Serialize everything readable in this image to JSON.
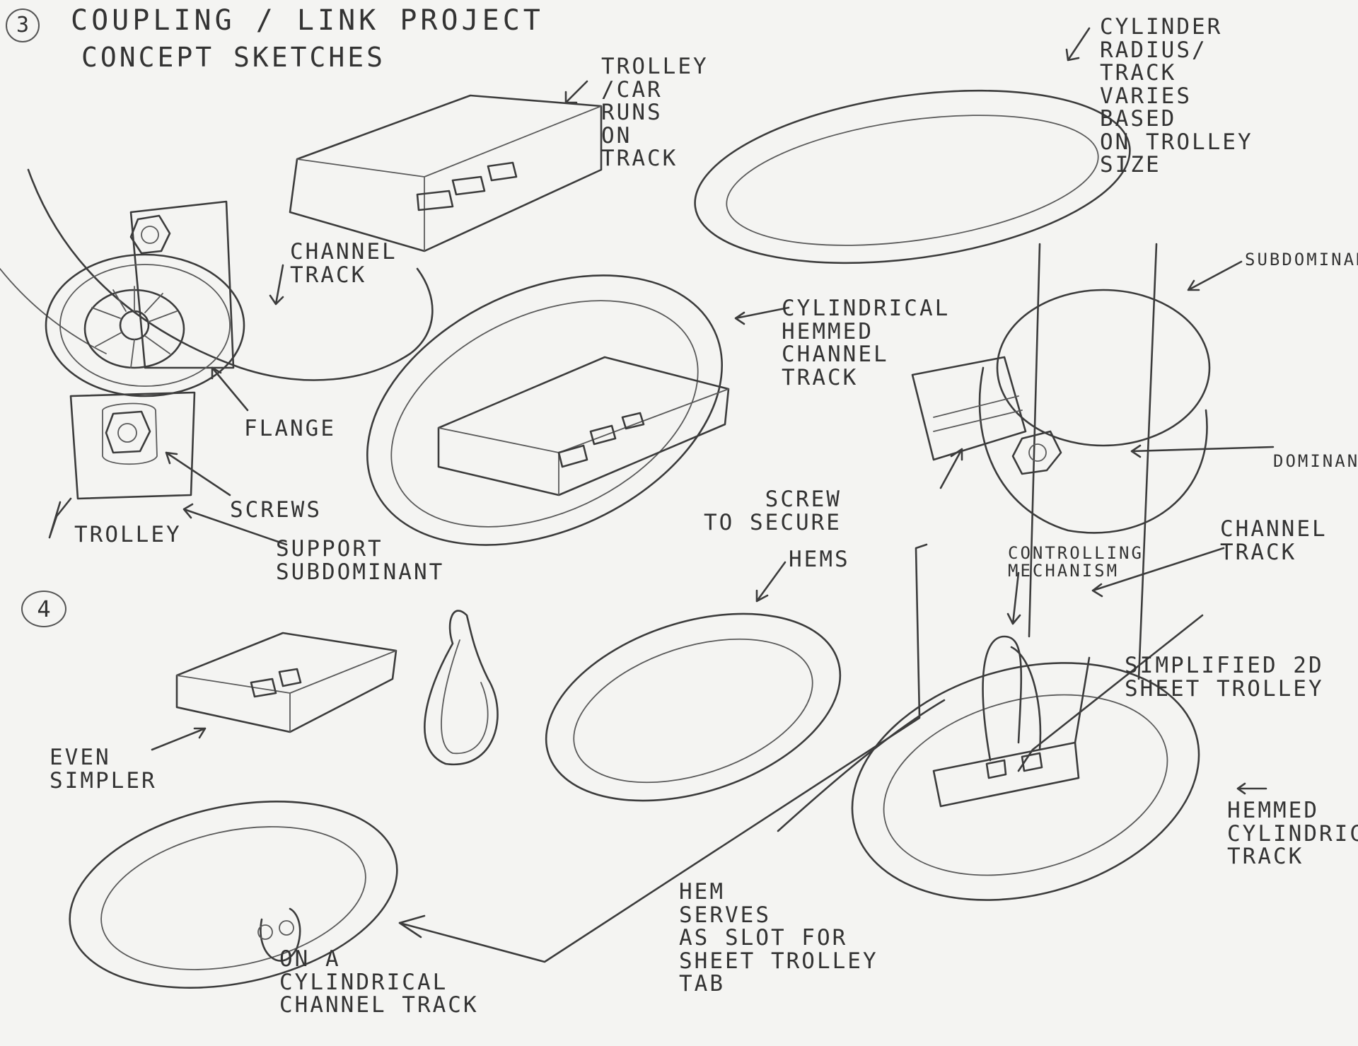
{
  "title": "COUPLING / LINK PROJECT",
  "subtitle": "CONCEPT SKETCHES",
  "section_numbers": [
    "3",
    "4"
  ],
  "labels": {
    "trolley_car": "TROLLEY\n/CAR\nRUNS\nON\nTRACK",
    "cylinder_radius": "CYLINDER\nRADIUS/\nTRACK\nVARIES\nBASED\nON TROLLEY\nSIZE",
    "channel_track_1": "CHANNEL\nTRACK",
    "cylindrical_hemmed": "CYLINDRICAL\nHEMMED\nCHANNEL\nTRACK",
    "subdominant": "SUBDOMINANT",
    "flange": "FLANGE",
    "screws": "SCREWS",
    "trolley": "TROLLEY",
    "support_subdominant": "SUPPORT\nSUBDOMINANT",
    "screw_to_secure": "SCREW\nTO SECURE",
    "dominant": "DOMINANT",
    "channel_track_2": "CHANNEL\nTRACK",
    "controlling_mechanism": "CONTROLLING\nMECHANISM",
    "hems": "HEMS",
    "simplified_2d": "SIMPLIFIED 2D\nSHEET TROLLEY",
    "even_simpler": "EVEN\nSIMPLER",
    "hemmed_cylindrical": "HEMMED\nCYLINDRICAL\nTRACK",
    "hem_serves": "HEM\nSERVES\nAS SLOT FOR\nSHEET TROLLEY\nTAB",
    "on_a_cylindrical": "ON A\nCYLINDRICAL\nCHANNEL TRACK"
  }
}
